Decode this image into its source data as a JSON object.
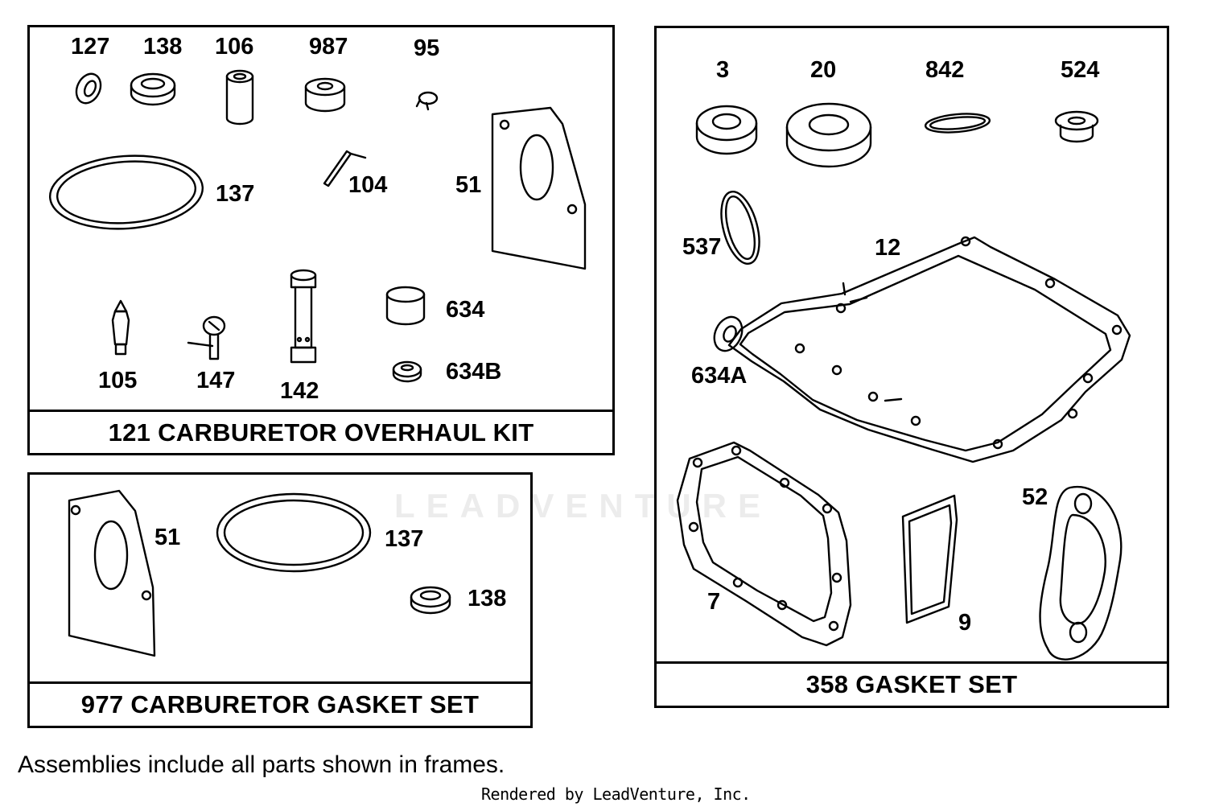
{
  "frames": {
    "overhaul_kit": {
      "caption": "121 CARBURETOR OVERHAUL KIT",
      "labels": [
        "127",
        "138",
        "106",
        "987",
        "95",
        "137",
        "104",
        "51",
        "105",
        "147",
        "142",
        "634",
        "634B"
      ]
    },
    "gasket_set_977": {
      "caption": "977 CARBURETOR GASKET SET",
      "labels": [
        "51",
        "137",
        "138"
      ]
    },
    "gasket_set_358": {
      "caption": "358 GASKET SET",
      "labels": [
        "3",
        "20",
        "842",
        "524",
        "537",
        "12",
        "634A",
        "7",
        "9",
        "52"
      ]
    }
  },
  "footer": {
    "note": "Assemblies include all parts shown in frames.",
    "rendered_by": "Rendered by LeadVenture, Inc."
  },
  "watermark": "LEADVENTURE"
}
